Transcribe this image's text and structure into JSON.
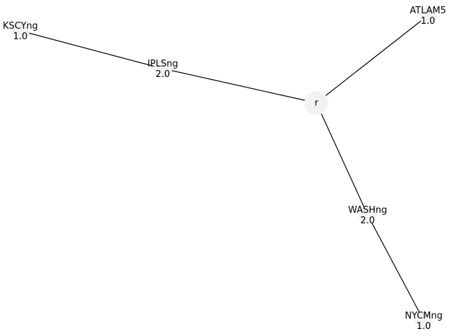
{
  "diagram": {
    "nodes": [
      {
        "id": "r",
        "name": "r",
        "value": ""
      },
      {
        "id": "KSCYng",
        "name": "KSCYng",
        "value": "1.0"
      },
      {
        "id": "IPLSng",
        "name": "IPLSng",
        "value": "2.0"
      },
      {
        "id": "ATLAM5",
        "name": "ATLAM5",
        "value": "1.0"
      },
      {
        "id": "WASHng",
        "name": "WASHng",
        "value": "2.0"
      },
      {
        "id": "NYCMng",
        "name": "NYCMng",
        "value": "1.0"
      }
    ],
    "edges": [
      {
        "source": "KSCYng",
        "target": "IPLSng"
      },
      {
        "source": "IPLSng",
        "target": "r"
      },
      {
        "source": "r",
        "target": "ATLAM5"
      },
      {
        "source": "r",
        "target": "WASHng"
      },
      {
        "source": "WASHng",
        "target": "NYCMng"
      }
    ]
  }
}
